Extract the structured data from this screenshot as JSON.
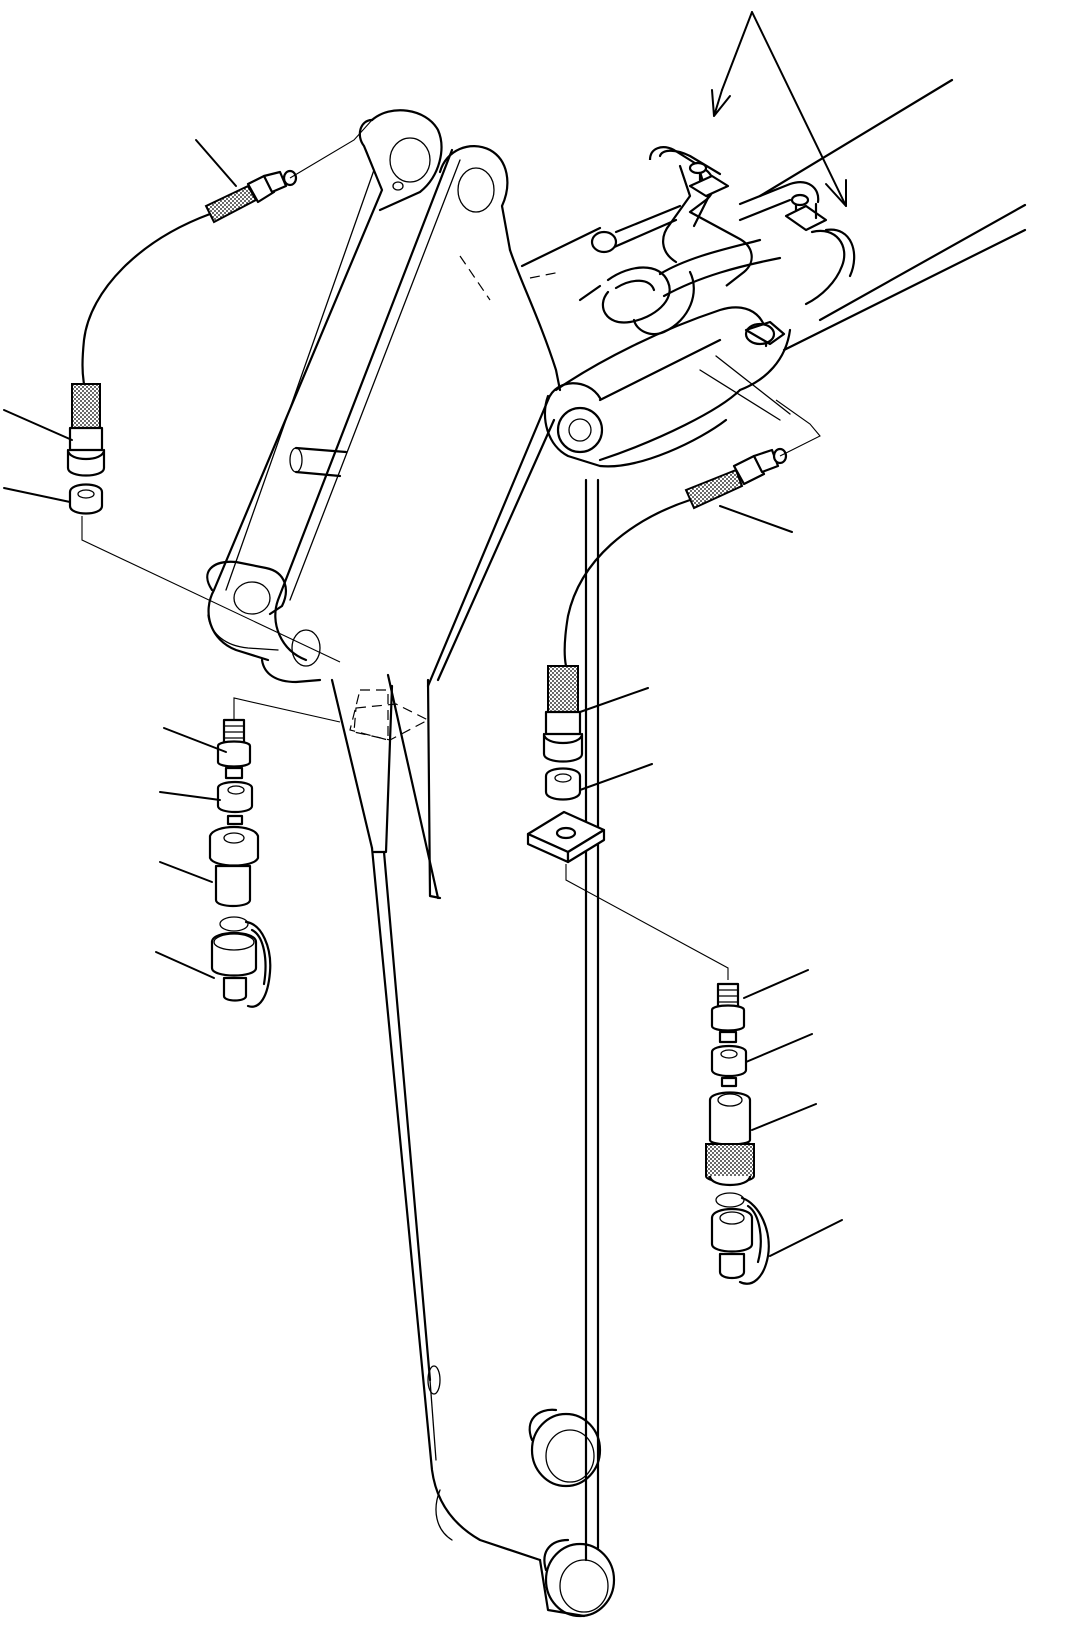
{
  "diagram": {
    "colors": {
      "line": "#000000",
      "background": "#ffffff"
    },
    "parts": [
      "arm",
      "bucket-link",
      "pilot-piping",
      "upper-left-hose-fitting",
      "left-hose",
      "left-hose-end",
      "left-nut",
      "left-stud",
      "left-washer",
      "left-adapter",
      "left-dust-cap",
      "upper-right-hose-fitting",
      "right-hose",
      "right-hose-end",
      "right-nut",
      "mounting-plate",
      "right-stud",
      "right-washer",
      "right-quick-coupler",
      "right-dust-cap"
    ]
  }
}
